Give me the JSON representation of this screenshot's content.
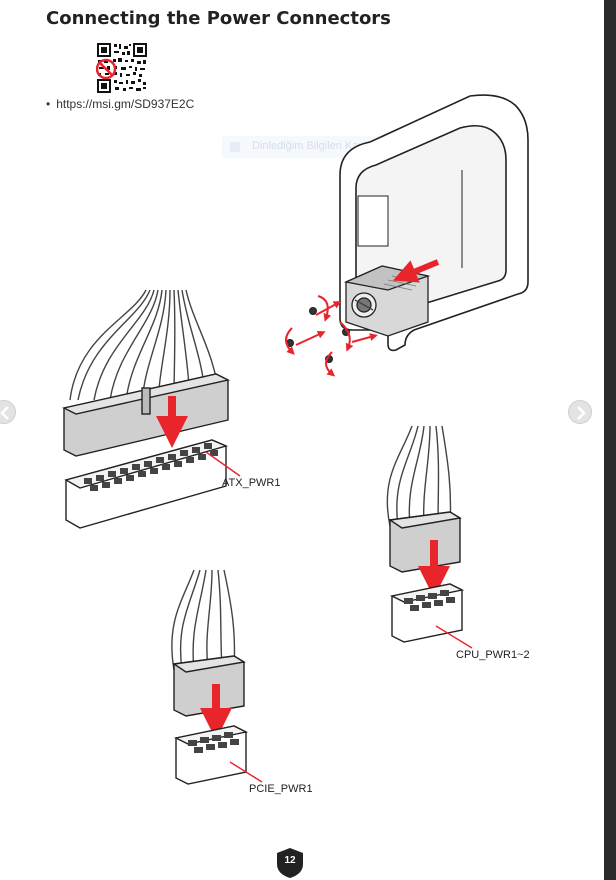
{
  "page": {
    "title": "Connecting the Power Connectors",
    "link": "https://msi.gm/SD937E2C",
    "page_number": "12"
  },
  "overlay": {
    "ghost_text": "Dinlediğim Bilgileri Kaydet"
  },
  "labels": {
    "atx": "ATX_PWR1",
    "cpu": "CPU_PWR1~2",
    "pcie": "PCIE_PWR1"
  },
  "icons": {
    "qr": "qr-code-icon",
    "prev": "chevron-left-icon",
    "next": "chevron-right-icon",
    "badge": "shield-badge-icon"
  },
  "colors": {
    "accent_red": "#e8252b",
    "nav_gray": "#e3e3e3"
  }
}
